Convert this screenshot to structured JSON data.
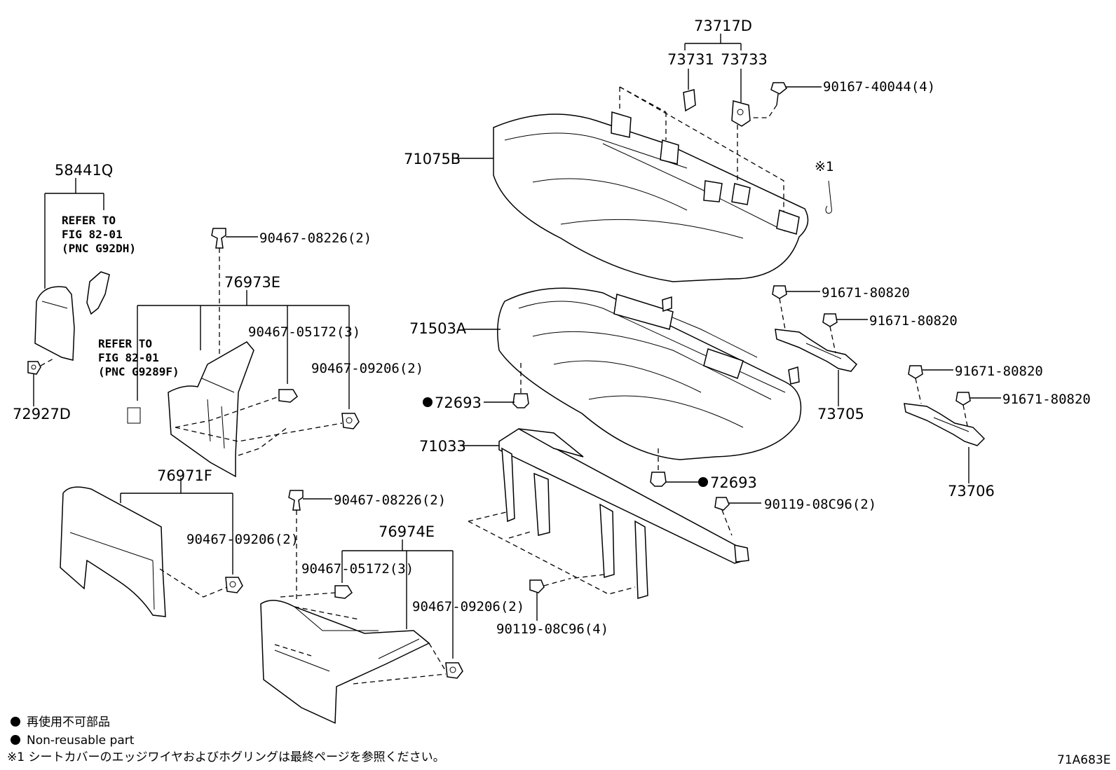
{
  "labels": {
    "p73717D": "73717D",
    "p73731": "73731",
    "p73733": "73733",
    "p9016740044": "90167-40044(4)",
    "p71075B": "71075B",
    "note_mark": "※1",
    "p58441Q": "58441Q",
    "ref1_line1": "REFER TO",
    "ref1_line2": "FIG 82-01",
    "ref1_line3": "(PNC G92DH)",
    "p9046708226_top": "90467-08226(2)",
    "p76973E": "76973E",
    "p9046705172_top": "90467-05172(3)",
    "p9046709206_top": "90467-09206(2)",
    "ref2_line1": "REFER TO",
    "ref2_line2": "FIG 82-01",
    "ref2_line3": "(PNC G9289F)",
    "p72927D": "72927D",
    "p71503A": "71503A",
    "p72693_a": "72693",
    "p71033": "71033",
    "p72693_b": "72693",
    "p9167180820_a": "91671-80820",
    "p9167180820_b": "91671-80820",
    "p73705": "73705",
    "p9167180820_c": "91671-80820",
    "p9167180820_d": "91671-80820",
    "p73706": "73706",
    "p76971F": "76971F",
    "p9046709206_mid": "90467-09206(2)",
    "p9046708226_bot": "90467-08226(2)",
    "p76974E": "76974E",
    "p9046705172_bot": "90467-05172(3)",
    "p9046709206_bot": "90467-09206(2)",
    "p9011908C96_2": "90119-08C96(2)",
    "p9011908C96_4": "90119-08C96(4)"
  },
  "legend": {
    "jp_nonreusable": "再使用不可部品",
    "en_nonreusable": "Non-reusable part",
    "note": "※1 シートカバーのエッジワイヤおよびホグリングは最終ページを参照ください。"
  },
  "figure_code": "71A683E"
}
